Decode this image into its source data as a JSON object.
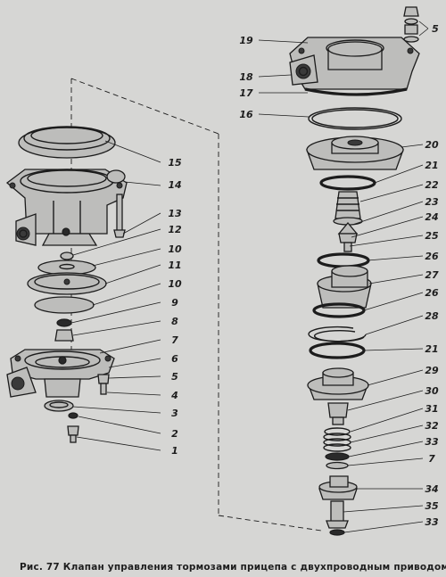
{
  "caption": "Рис. 77  Клапан управления тормозами прицепа с двухпроводным приводом",
  "left_labels": [
    "15",
    "14",
    "13",
    "12",
    "10",
    "11",
    "10",
    "9",
    "8",
    "7",
    "6",
    "5",
    "4",
    "3",
    "2",
    "1"
  ],
  "right_labels": [
    "19",
    "5",
    "18",
    "17",
    "16",
    "20",
    "21",
    "22",
    "23",
    "24",
    "25",
    "26",
    "27",
    "26",
    "28",
    "21",
    "29",
    "30",
    "31",
    "32",
    "33",
    "7",
    "34",
    "35",
    "33"
  ]
}
